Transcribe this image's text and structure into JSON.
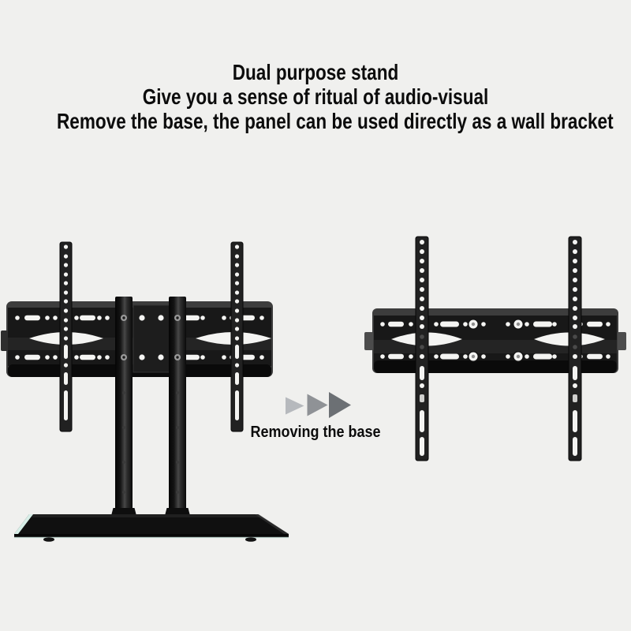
{
  "header": {
    "line1": "Dual purpose stand",
    "line2": "Give you a sense of ritual of audio-visual",
    "line3": "Remove the base, the panel can be used directly as a wall bracket"
  },
  "transition": {
    "label": "Removing the base",
    "arrow_colors": [
      "#b6b9bd",
      "#8f9296",
      "#6c7074"
    ]
  },
  "colors": {
    "background": "#f0f0ee",
    "text": "#0c0c0c",
    "metal_edge": "#3d3d3d",
    "metal_body": "#181818",
    "metal_mid": "#242424",
    "metal_shadow": "#0a0a0a",
    "plate": "#1d1d1d",
    "strip": "#212121",
    "tab": "#4c4c4c",
    "hole": "#f4f4f2",
    "glass": "#101010",
    "glass_edge": "#d7eee7",
    "pole_screw": "#9a9a9a"
  }
}
